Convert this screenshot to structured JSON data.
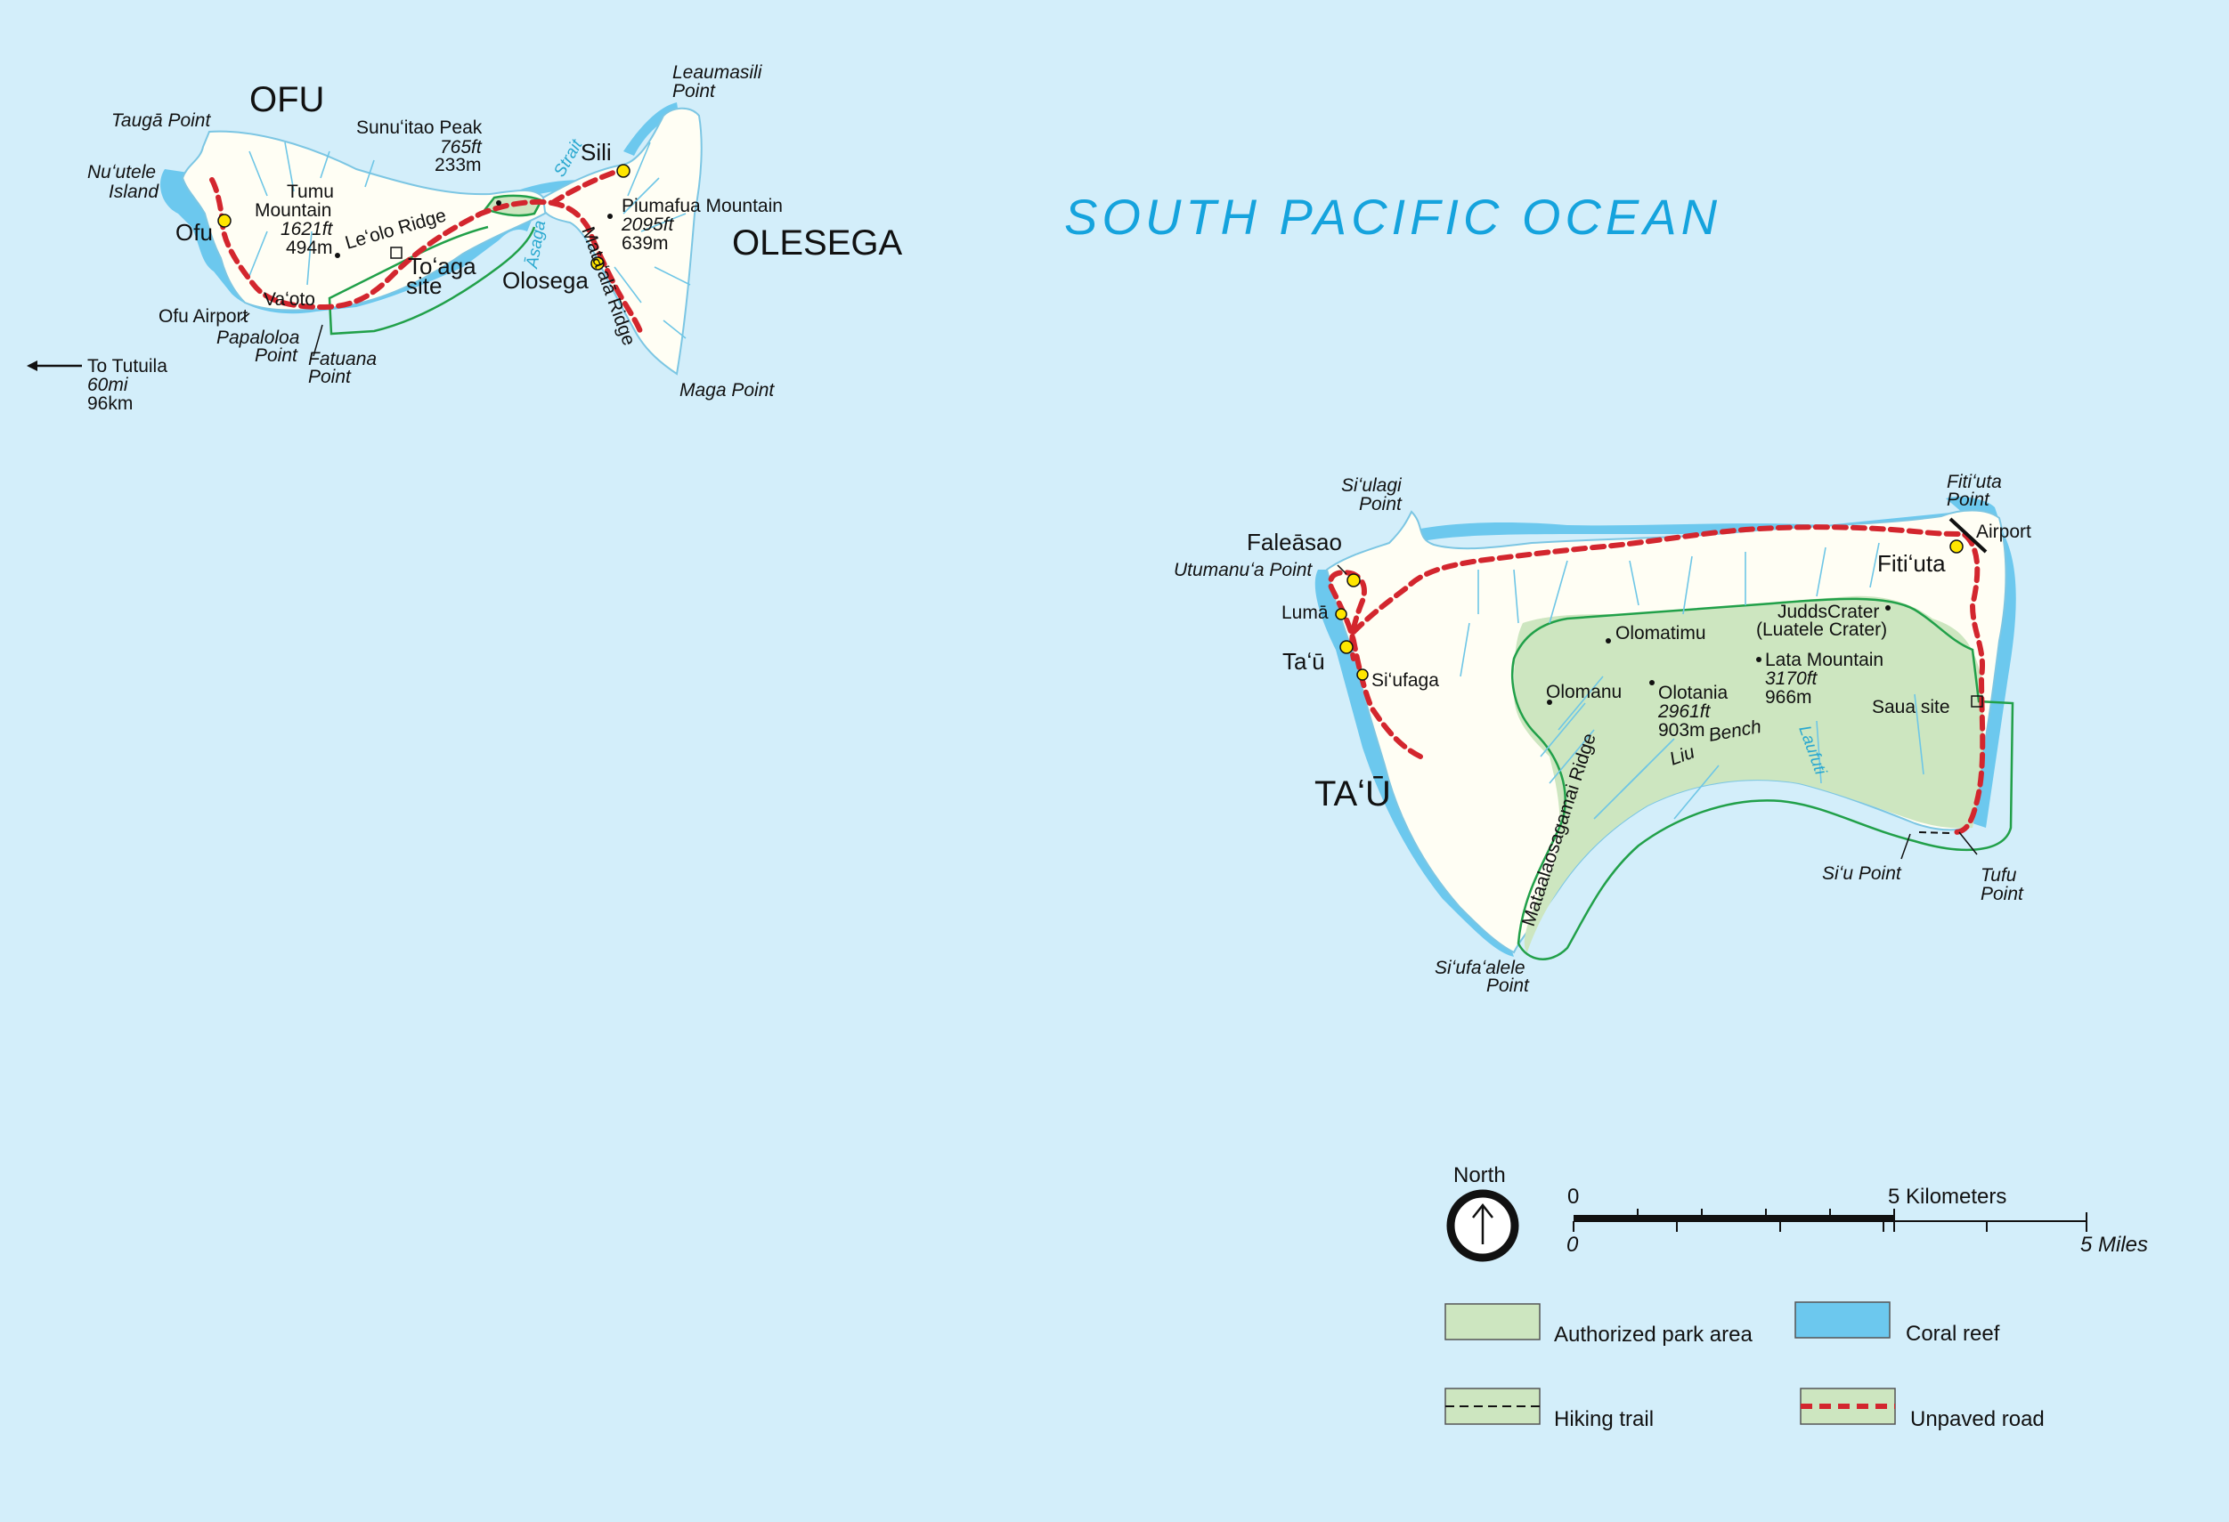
{
  "ocean_label": "SOUTH PACIFIC OCEAN",
  "islands": {
    "ofu": "OFU",
    "olesega": "OLESEGA",
    "tau": "TAʻŪ"
  },
  "towns": {
    "ofu": "Ofu",
    "toaga_line1": "Toʻaga",
    "toaga_line2": "site",
    "sili": "Sili",
    "olosega": "Olosega",
    "faleasao": "Faleāsao",
    "luma": "Lumā",
    "tau": "Taʻū",
    "siufaga": "Siʻufaga",
    "fitiuta": "Fitiʻuta",
    "saua": "Saua site",
    "vaoto": "Vaʻoto"
  },
  "points": {
    "tauga": "Taugā Point",
    "nuutele_1": "Nuʻutele",
    "nuutele_2": "Island",
    "ofu_airport": "Ofu Airport",
    "papaloloa_1": "Papaloloa",
    "papaloloa_2": "Point",
    "fatuana_1": "Fatuana",
    "fatuana_2": "Point",
    "leaumasili_1": "Leaumasili",
    "leaumasili_2": "Point",
    "maga": "Maga Point",
    "siulagi_1": "Siʻulagi",
    "siulagi_2": "Point",
    "utumanua": "Utumanuʻa Point",
    "fitiuta_pt_1": "Fitiʻuta",
    "fitiuta_pt_2": "Point",
    "airport": "Airport",
    "siu": "Siʻu Point",
    "tufu_1": "Tufu",
    "tufu_2": "Point",
    "siufaalele_1": "Siʻufaʻalele",
    "siufaalele_2": "Point"
  },
  "peaks": {
    "tumu_1": "Tumu",
    "tumu_2": "Mountain",
    "tumu_ft": "1621ft",
    "tumu_m": "494m",
    "sunuitao": "Sunuʻitao Peak",
    "sunuitao_ft": "765ft",
    "sunuitao_m": "233m",
    "piumafua": "Piumafua Mountain",
    "piumafua_ft": "2095ft",
    "piumafua_m": "639m",
    "olomatimu": "Olomatimu",
    "olomanu": "Olomanu",
    "olotania": "Olotania",
    "olotania_ft": "2961ft",
    "olotania_m": "903m",
    "lata": "Lata Mountain",
    "lata_ft": "3170ft",
    "lata_m": "966m",
    "judds_1": "JuddsCrater",
    "judds_2": "(Luatele Crater)"
  },
  "features": {
    "leolo": "Leʻolo Ridge",
    "asaga": "Āsaga",
    "strait": "Strait",
    "mataala": "Mataʻalā Ridge",
    "liu": "Liu",
    "bench": "Bench",
    "laufuti": "Laufuti",
    "mataalaosagamai": "Mataalaosagamai Ridge"
  },
  "to_tutuila": {
    "line1": "To Tutuila",
    "line2": "60mi",
    "line3": "96km"
  },
  "north": "North",
  "scale": {
    "km_zero": "0",
    "km_label": "5 Kilometers",
    "mi_zero": "0",
    "mi_label": "5 Miles"
  },
  "legend": {
    "park": "Authorized park area",
    "reef": "Coral reef",
    "trail": "Hiking trail",
    "road": "Unpaved road"
  },
  "colors": {
    "ocean": "#d3eefa",
    "land": "#fffef4",
    "park": "#cde6c0",
    "park_border": "#21a049",
    "reef": "#6cc8ee",
    "road": "#d3262e",
    "village": "#ffe600",
    "stream": "#6ec6e6"
  }
}
